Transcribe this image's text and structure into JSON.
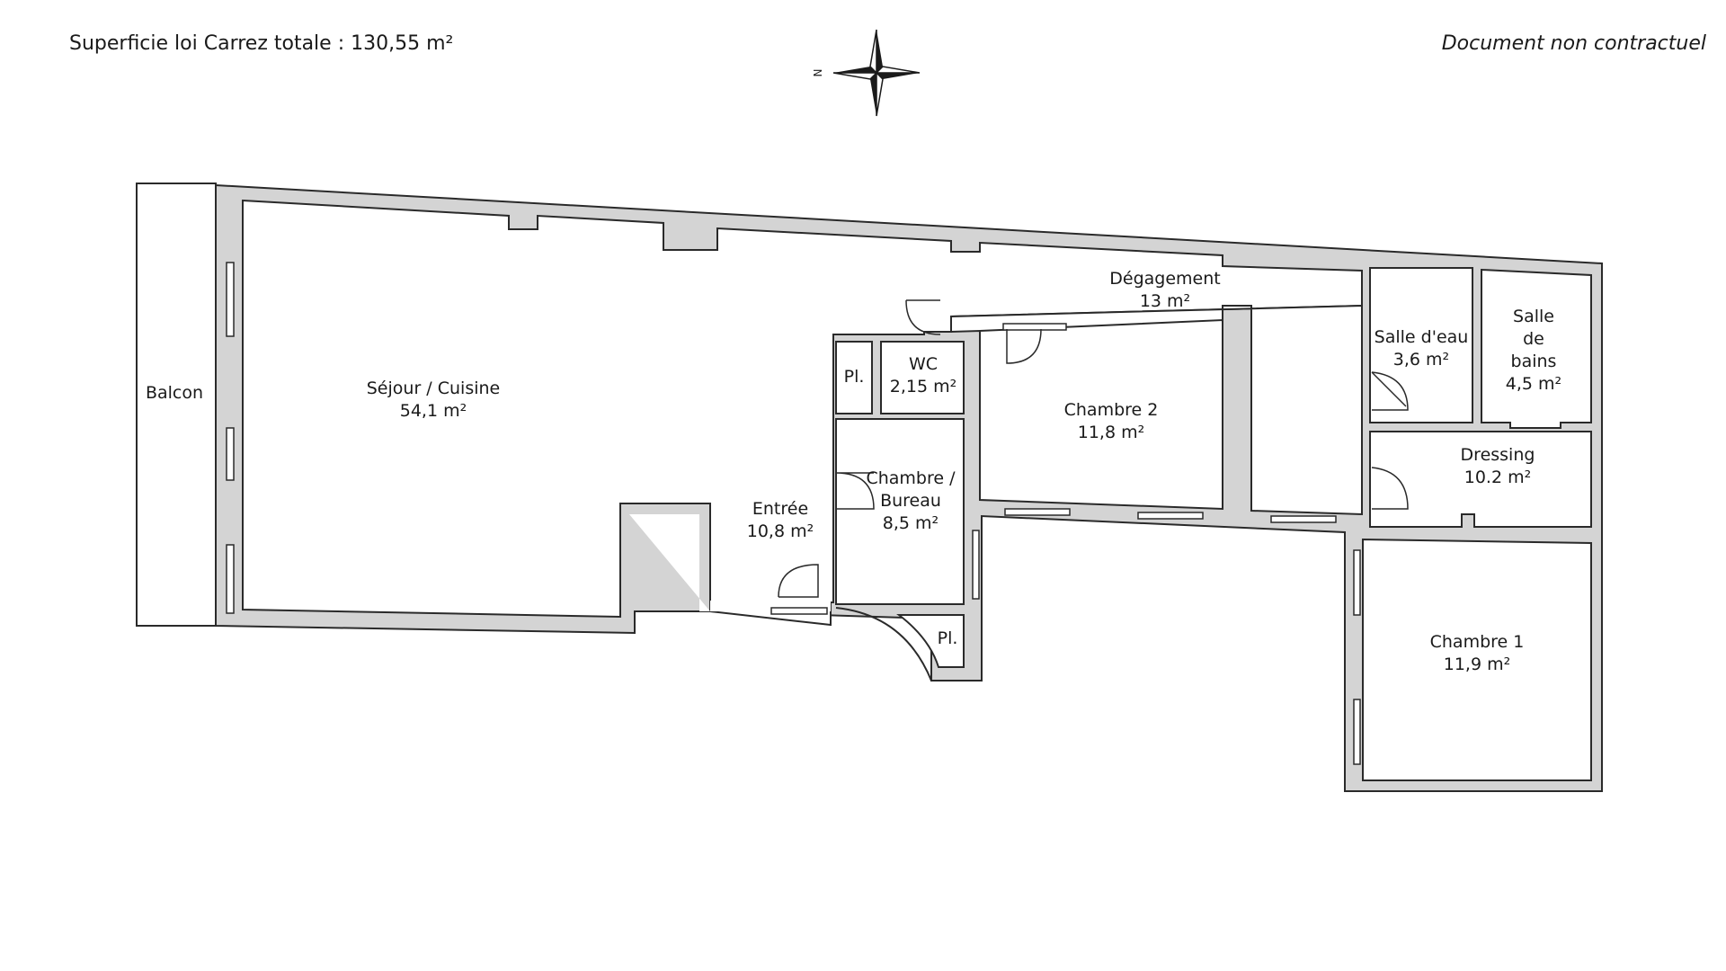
{
  "header": {
    "surface_total": "Superficie loi Carrez totale : 130,55 m²",
    "disclaimer": "Document non contractuel"
  },
  "compass": {
    "north_label": "N"
  },
  "rooms": {
    "balcon": {
      "name": "Balcon"
    },
    "sejour": {
      "name": "Séjour / Cuisine",
      "area": "54,1 m²"
    },
    "entree": {
      "name": "Entrée",
      "area": "10,8 m²"
    },
    "placard_wc": {
      "name": "Pl."
    },
    "wc": {
      "name": "WC",
      "area": "2,15 m²"
    },
    "bureau": {
      "name_line1": "Chambre /",
      "name_line2": "Bureau",
      "area": "8,5 m²"
    },
    "placard_bureau": {
      "name": "Pl."
    },
    "degagement": {
      "name": "Dégagement",
      "area": "13 m²"
    },
    "chambre2": {
      "name": "Chambre 2",
      "area": "11,8 m²"
    },
    "salle_eau": {
      "name": "Salle d'eau",
      "area": "3,6 m²"
    },
    "salle_bains": {
      "name_line1": "Salle",
      "name_line2": "de",
      "name_line3": "bains",
      "area": "4,5 m²"
    },
    "dressing": {
      "name": "Dressing",
      "area": "10.2 m²"
    },
    "chambre1": {
      "name": "Chambre 1",
      "area": "11,9 m²"
    }
  },
  "colors": {
    "wall": "#d4d4d4",
    "wall_outline": "#2a2a2a",
    "floor": "#ffffff",
    "text": "#1a1a1a"
  }
}
